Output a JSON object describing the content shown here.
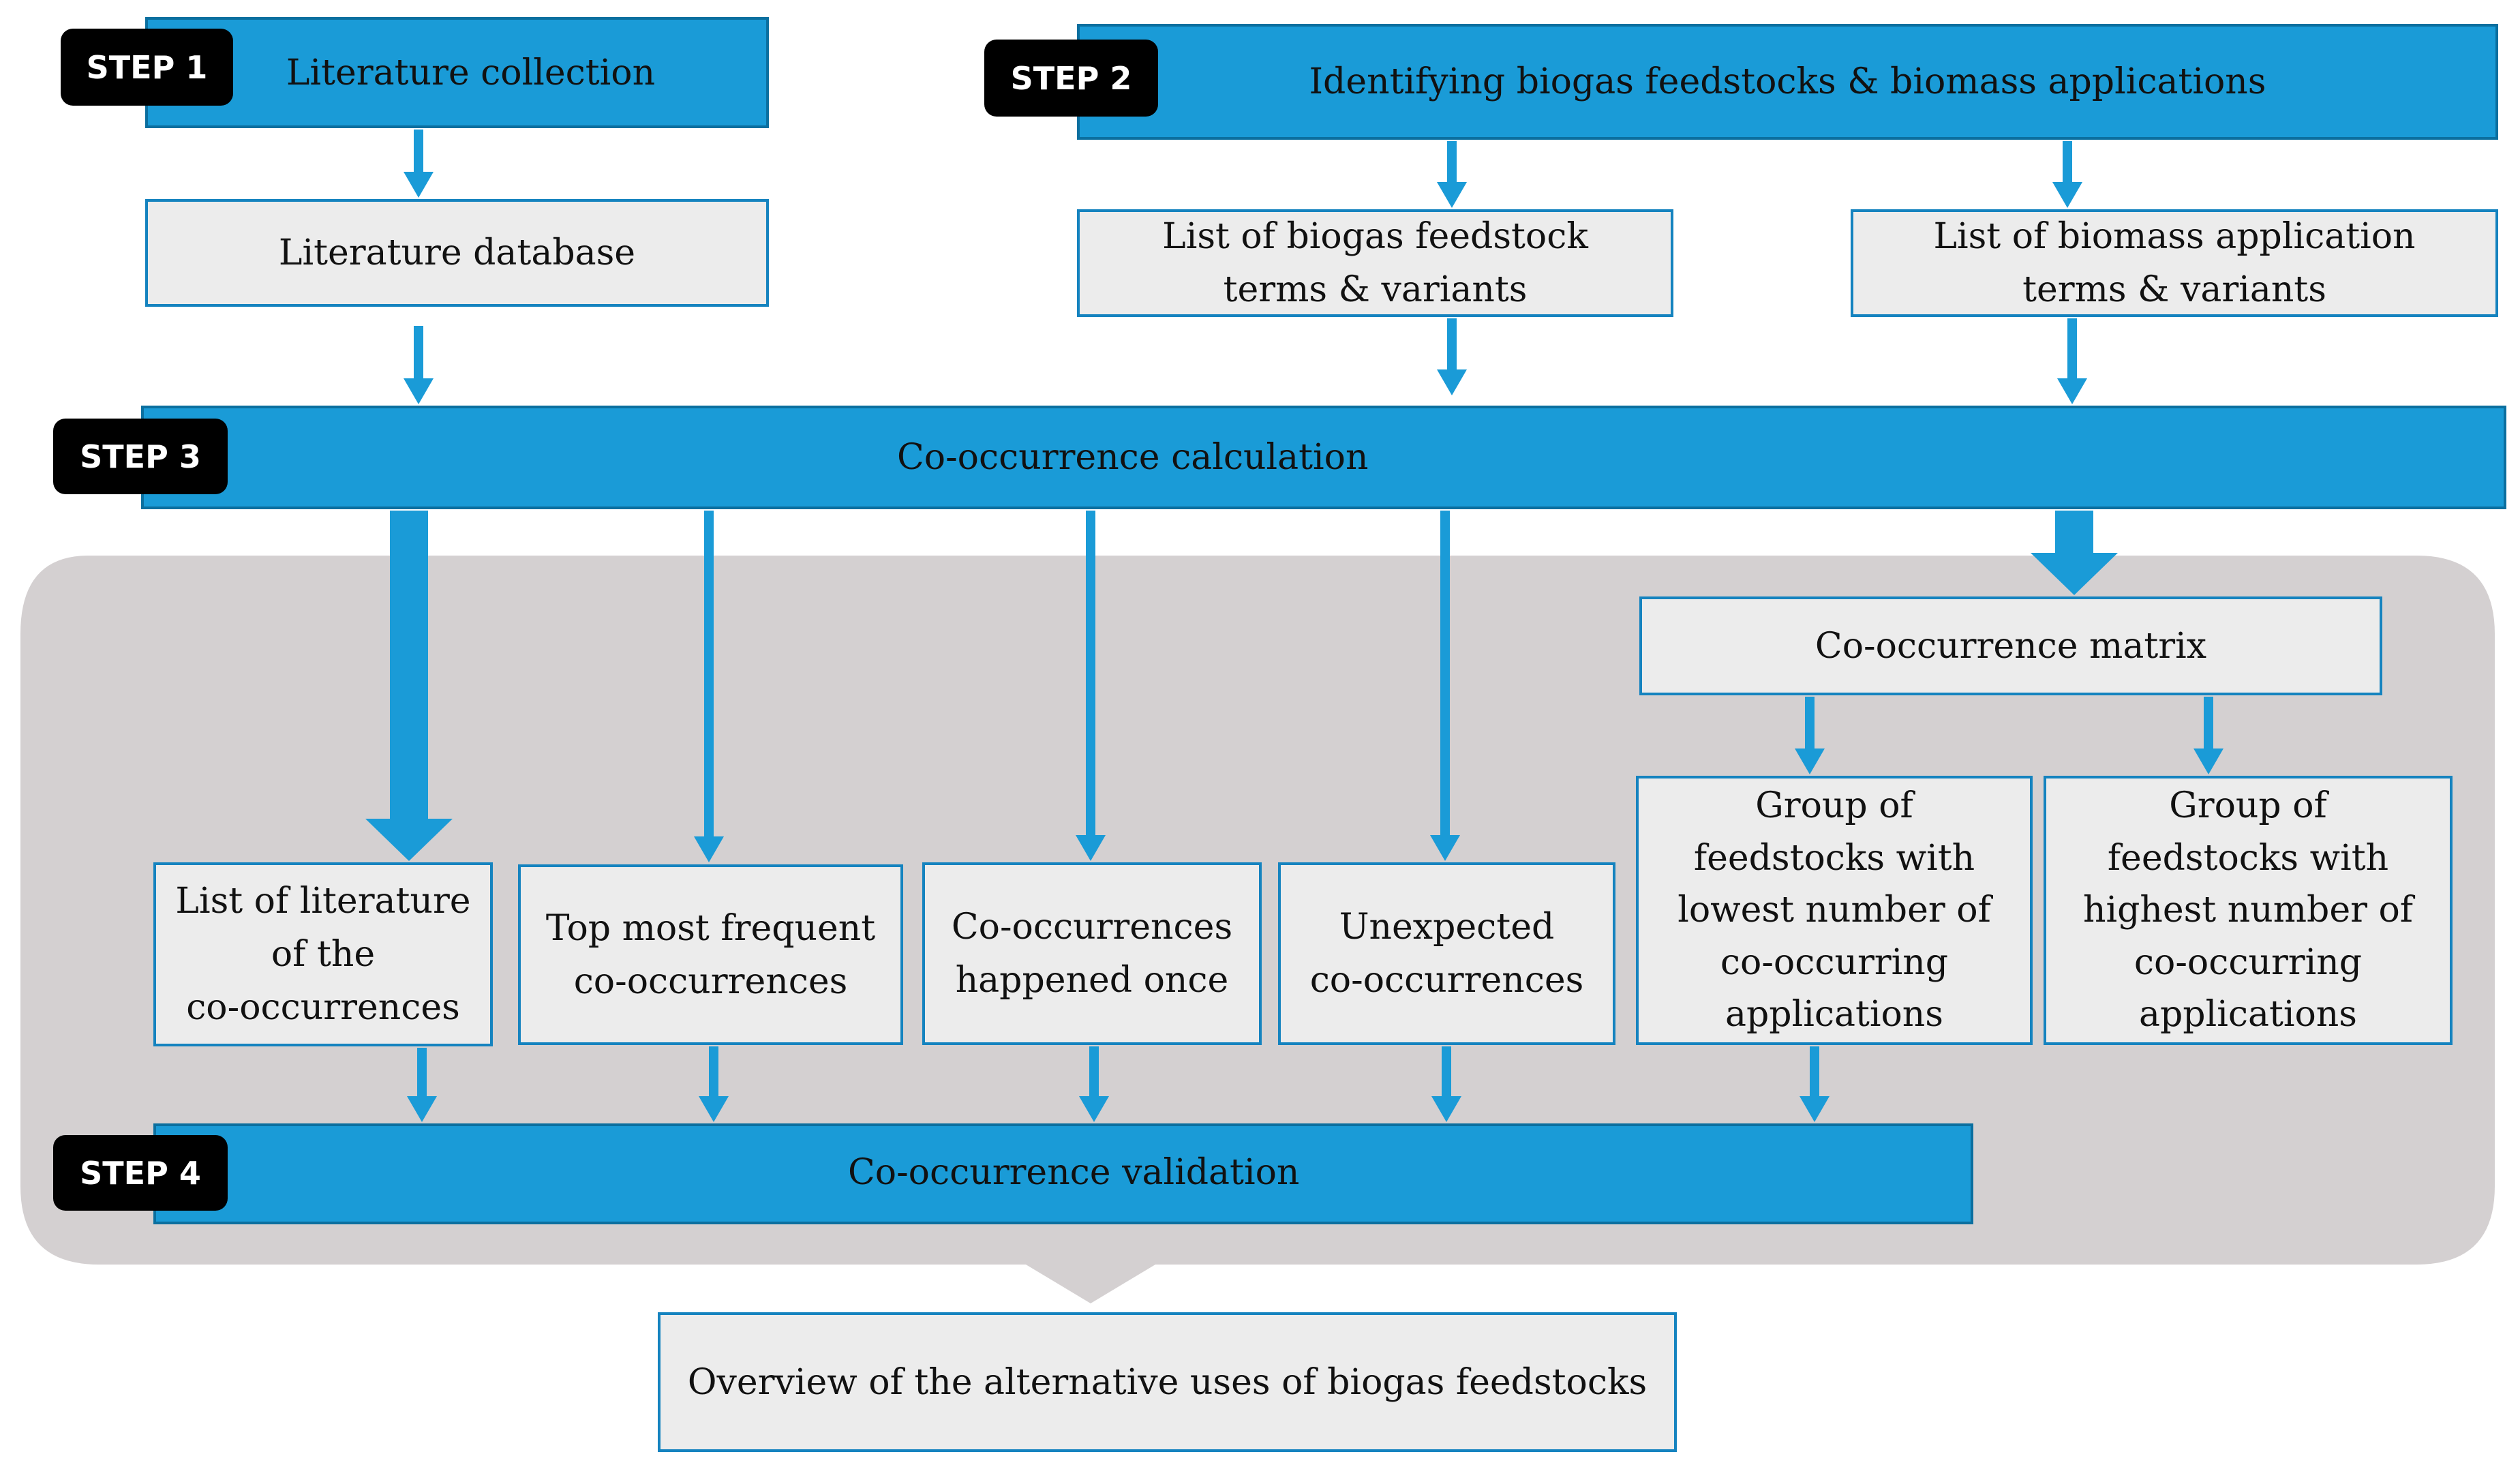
{
  "colors": {
    "step_fill": "#1a9bd7",
    "step_border": "#0b6f9f",
    "box_fill": "#ececec",
    "box_border": "#1583bf",
    "arrow": "#1a9bd7",
    "panel": "#d4d0d1",
    "badge": "#000000"
  },
  "steps": {
    "step1": {
      "badge": "STEP 1",
      "title": "Literature collection"
    },
    "step2": {
      "badge": "STEP 2",
      "title": "Identifying biogas feedstocks & biomass applications"
    },
    "step3": {
      "badge": "STEP 3",
      "title": "Co-occurrence calculation"
    },
    "step4": {
      "badge": "STEP 4",
      "title": "Co-occurrence validation"
    }
  },
  "boxes": {
    "literature_database": "Literature database",
    "feedstock_terms": "List of biogas feedstock\nterms & variants",
    "application_terms": "List of biomass application\nterms & variants",
    "cooccurrence_matrix": "Co-occurrence matrix",
    "literature_list": "List of literature\nof the\nco-occurrences",
    "top_frequent": "Top most frequent\nco-occurrences",
    "happened_once": "Co-occurrences\nhappened once",
    "unexpected": "Unexpected\nco-occurrences",
    "lowest_group": "Group of\nfeedstocks with\nlowest number of\nco-occurring\napplications",
    "highest_group": "Group of\nfeedstocks with\nhighest number of\nco-occurring\napplications",
    "overview": "Overview of the alternative uses of biogas feedstocks"
  }
}
